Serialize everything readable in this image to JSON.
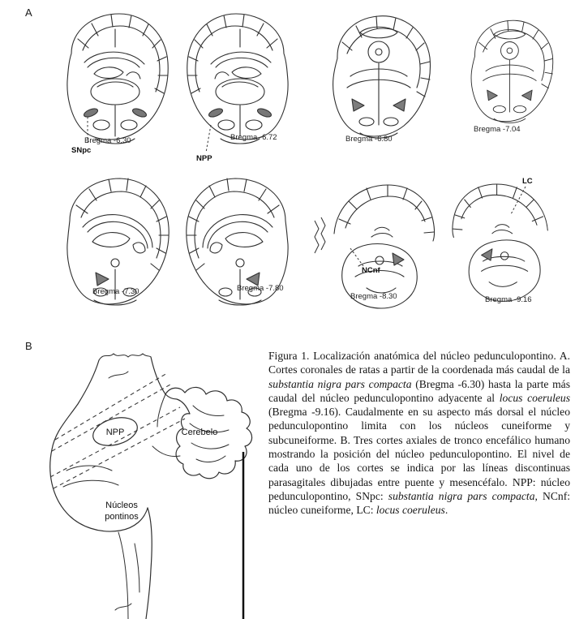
{
  "panel_a": {
    "label": "A",
    "sections": [
      {
        "bregma": "Bregma -6.30",
        "marker": "SNpc"
      },
      {
        "bregma": "Bregma -6.72",
        "marker": "NPP"
      },
      {
        "bregma": "Bregma -6.80",
        "marker": ""
      },
      {
        "bregma": "Bregma -7.04",
        "marker": ""
      },
      {
        "bregma": "Bregma -7.30",
        "marker": ""
      },
      {
        "bregma": "Bregma -7.80",
        "marker": ""
      },
      {
        "bregma": "Bregma -8.30",
        "marker": "NCnf"
      },
      {
        "bregma": "Bregma -9.16",
        "marker": "LC"
      }
    ]
  },
  "panel_b": {
    "label": "B",
    "labels": {
      "npp": "NPP",
      "cerebellum": "Cerebelo",
      "pontine_line1": "Núcleos",
      "pontine_line2": "pontinos"
    }
  },
  "caption": {
    "segments": [
      {
        "style": "normal",
        "text": "Figura 1. Localización anatómica del núcleo pedunculopontino. A. Cortes coronales de ratas a partir de la coordenada más caudal de la "
      },
      {
        "style": "italic",
        "text": "substantia nigra pars compacta"
      },
      {
        "style": "normal",
        "text": " (Bregma -6.30) hasta la parte más caudal del núcleo pedunculopontino adyacente al "
      },
      {
        "style": "italic",
        "text": "locus coeruleus"
      },
      {
        "style": "normal",
        "text": " (Bregma -9.16). Caudalmente en su aspecto más dorsal el núcleo pedunculopontino limita con los núcleos cuneiforme y subcuneiforme. B. Tres cortes axiales de tronco encefálico humano mostrando la posición del núcleo pedunculopontino. El nivel de cada uno de los cortes se indica por las líneas discontinuas parasagitales dibujadas entre puente y mesencéfalo. NPP: núcleo pedunculopontino, SNpc: "
      },
      {
        "style": "italic",
        "text": "substantia nigra pars compacta"
      },
      {
        "style": "normal",
        "text": ", NCnf: núcleo cuneiforme, LC: "
      },
      {
        "style": "italic",
        "text": "locus coeruleus"
      },
      {
        "style": "normal",
        "text": "."
      }
    ]
  }
}
